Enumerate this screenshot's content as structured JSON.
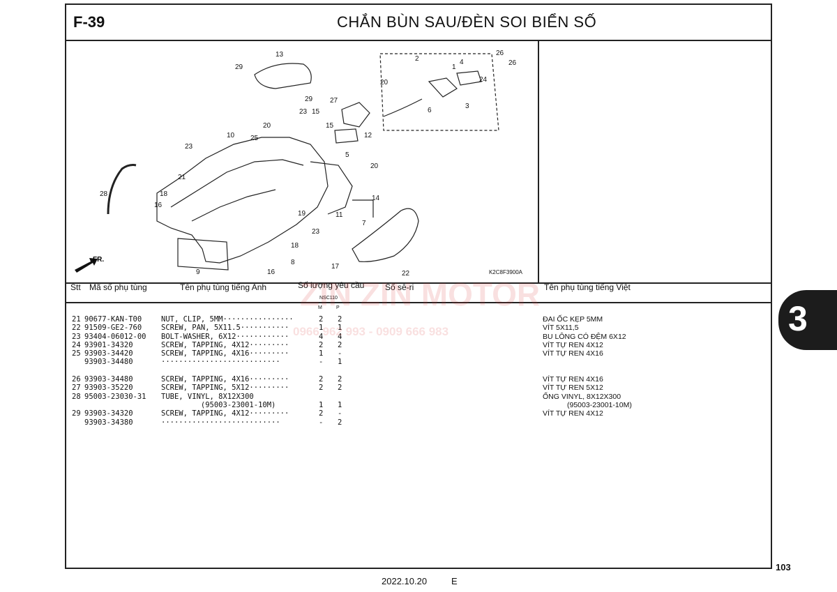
{
  "header": {
    "code": "F-39",
    "title": "CHẮN BÙN SAU/ĐÈN SOI BIỂN SỐ"
  },
  "diagram": {
    "illustration_code": "K2C8F3900A",
    "front_marker": "FR.",
    "callouts": [
      "1",
      "2",
      "3",
      "4",
      "5",
      "6",
      "7",
      "8",
      "9",
      "10",
      "11",
      "12",
      "13",
      "14",
      "15",
      "15",
      "16",
      "16",
      "17",
      "18",
      "18",
      "19",
      "20",
      "20",
      "20",
      "21",
      "22",
      "23",
      "23",
      "23",
      "24",
      "25",
      "26",
      "26",
      "27",
      "28",
      "29",
      "29"
    ]
  },
  "columns": {
    "stt": "Stt",
    "part_no": "Mã số phụ tùng",
    "name_en": "Tên phụ tùng tiếng Anh",
    "qty": "Số lượng yêu cầu",
    "qty_model": "NSC110",
    "qty_m": "M",
    "qty_p": "P",
    "serial": "Số sê-ri",
    "name_vn": "Tên phụ tùng tiếng Việt"
  },
  "rows": [
    {
      "stt": "21",
      "part": "90677-KAN-T00",
      "en": "NUT, CLIP, 5MM················",
      "m": "2",
      "p": "2",
      "vn": "ĐAI ỐC KẸP 5MM"
    },
    {
      "stt": "22",
      "part": "91509-GE2-760",
      "en": "SCREW, PAN, 5X11.5···········",
      "m": "1",
      "p": "1",
      "vn": "VÍT 5X11,5"
    },
    {
      "stt": "23",
      "part": "93404-06012-00",
      "en": "BOLT-WASHER, 6X12············",
      "m": "4",
      "p": "4",
      "vn": "BU LÔNG CÓ ĐỆM 6X12"
    },
    {
      "stt": "24",
      "part": "93901-34320",
      "en": "SCREW, TAPPING, 4X12·········",
      "m": "2",
      "p": "2",
      "vn": "VÍT TỰ REN 4X12"
    },
    {
      "stt": "25",
      "part": "93903-34420",
      "en": "SCREW, TAPPING, 4X16·········",
      "m": "1",
      "p": "-",
      "vn": "VÍT TỰ REN 4X16"
    },
    {
      "stt": "",
      "part": "93903-34480",
      "en": "···························",
      "m": "-",
      "p": "1",
      "vn": ""
    },
    {
      "gap": true
    },
    {
      "stt": "26",
      "part": "93903-34480",
      "en": "SCREW, TAPPING, 4X16·········",
      "m": "2",
      "p": "2",
      "vn": "VÍT TỰ REN 4X16"
    },
    {
      "stt": "27",
      "part": "93903-35220",
      "en": "SCREW, TAPPING, 5X12·········",
      "m": "2",
      "p": "2",
      "vn": "VÍT TỰ REN 5X12"
    },
    {
      "stt": "28",
      "part": "95003-23030-31",
      "en": "TUBE, VINYL, 8X12X300",
      "m": "",
      "p": "",
      "vn": "ỐNG VINYL, 8X12X300"
    },
    {
      "stt": "",
      "part": "",
      "en": "         (95003-23001-10M)",
      "m": "1",
      "p": "1",
      "vn": "            (95003-23001-10M)"
    },
    {
      "stt": "29",
      "part": "93903-34320",
      "en": "SCREW, TAPPING, 4X12·········",
      "m": "2",
      "p": "-",
      "vn": "VÍT TỰ REN 4X12"
    },
    {
      "stt": "",
      "part": "93903-34380",
      "en": "···························",
      "m": "-",
      "p": "2",
      "vn": ""
    }
  ],
  "footer": {
    "date": "2022.10.20",
    "edition": "E",
    "page": "103",
    "section": "3"
  },
  "watermark": {
    "brand": "ZIN ZIN MOTOR",
    "phones": "0966 962 993 - 0909 666 983",
    "color": "#dc3c3c"
  }
}
